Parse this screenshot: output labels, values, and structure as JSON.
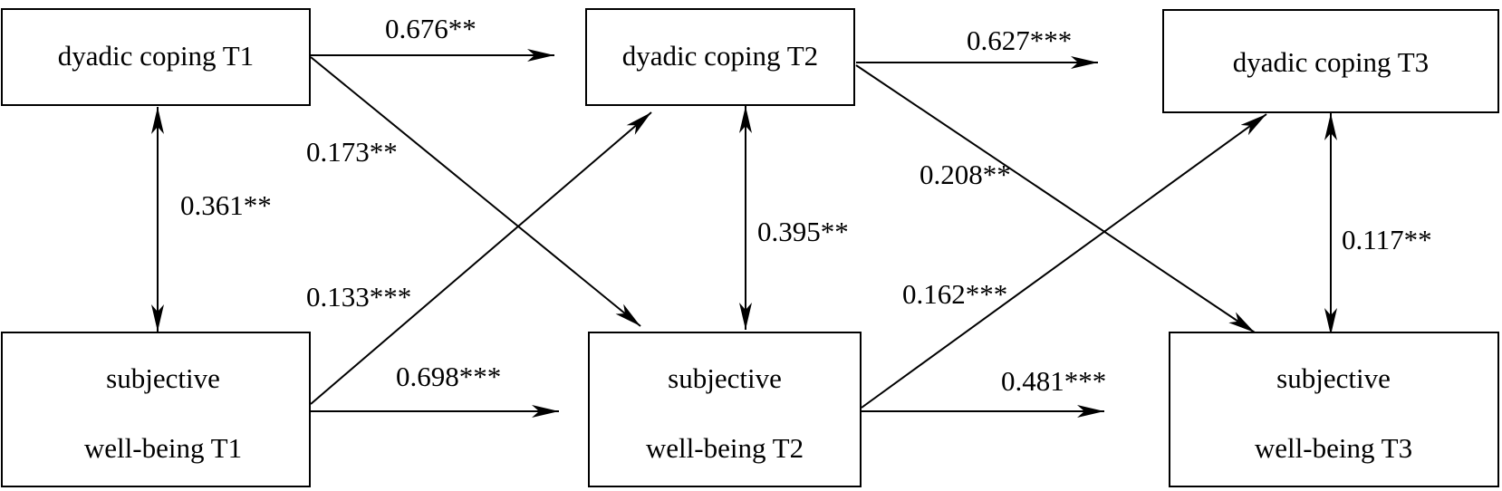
{
  "nodes": {
    "dc_t1": {
      "lines": [
        "dyadic coping T1"
      ]
    },
    "dc_t2": {
      "lines": [
        "dyadic coping T2"
      ]
    },
    "dc_t3": {
      "lines": [
        "dyadic coping T3"
      ]
    },
    "swb_t1": {
      "lines": [
        "subjective",
        "well-being T1"
      ]
    },
    "swb_t2": {
      "lines": [
        "subjective",
        "well-being T2"
      ]
    },
    "swb_t3": {
      "lines": [
        "subjective",
        "well-being T3"
      ]
    }
  },
  "paths": [
    {
      "id": "dc1-dc2",
      "from": "dc_t1",
      "to": "dc_t2",
      "coefficient": "0.676**",
      "direction": "one-way"
    },
    {
      "id": "dc2-dc3",
      "from": "dc_t2",
      "to": "dc_t3",
      "coefficient": "0.627***",
      "direction": "one-way"
    },
    {
      "id": "swb1-swb2",
      "from": "swb_t1",
      "to": "swb_t2",
      "coefficient": "0.698***",
      "direction": "one-way"
    },
    {
      "id": "swb2-swb3",
      "from": "swb_t2",
      "to": "swb_t3",
      "coefficient": "0.481***",
      "direction": "one-way"
    },
    {
      "id": "dc1-swb2",
      "from": "dc_t1",
      "to": "swb_t2",
      "coefficient": "0.173**",
      "direction": "one-way"
    },
    {
      "id": "swb1-dc2",
      "from": "swb_t1",
      "to": "dc_t2",
      "coefficient": "0.133***",
      "direction": "one-way"
    },
    {
      "id": "dc2-swb3",
      "from": "dc_t2",
      "to": "swb_t3",
      "coefficient": "0.208**",
      "direction": "one-way"
    },
    {
      "id": "swb2-dc3",
      "from": "swb_t2",
      "to": "dc_t3",
      "coefficient": "0.162***",
      "direction": "one-way"
    },
    {
      "id": "dc1-swb1",
      "from": "dc_t1",
      "to": "swb_t1",
      "coefficient": "0.361**",
      "direction": "two-way"
    },
    {
      "id": "dc2-swb2",
      "from": "dc_t2",
      "to": "swb_t2",
      "coefficient": "0.395**",
      "direction": "two-way"
    },
    {
      "id": "dc3-swb3",
      "from": "dc_t3",
      "to": "swb_t3",
      "coefficient": "0.117**",
      "direction": "two-way"
    }
  ]
}
